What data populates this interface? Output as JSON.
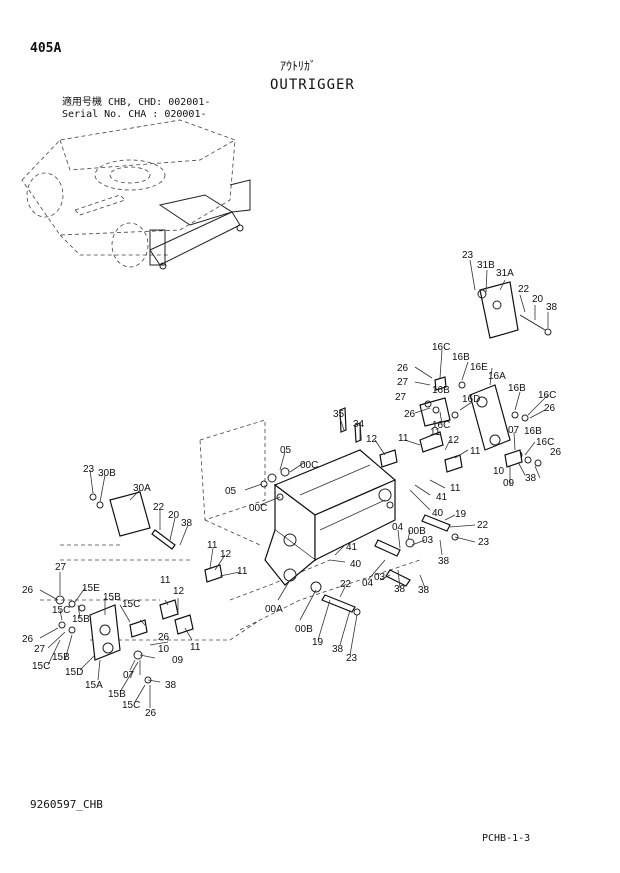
{
  "header": {
    "section_code": "405A",
    "title_jp": "ｱｳﾄﾘｶﾞ",
    "title_en": "OUTRIGGER",
    "applicability_line1": "適用号機 CHB, CHD: 002001-",
    "applicability_line2": "Serial No. CHA    : 020001-"
  },
  "footer": {
    "drawing_number": "9260597_CHB",
    "page_ref": "PCHB-1-3"
  },
  "callouts": {
    "c23a": "23",
    "c31b": "31B",
    "c31a": "31A",
    "c22a": "22",
    "c20a": "20",
    "c38a": "38",
    "c16c1": "16C",
    "c16b1": "16B",
    "c26a": "26",
    "c16e": "16E",
    "c27a": "27",
    "c16a": "16A",
    "c16d": "16D",
    "c16b2": "16B",
    "c16c2": "16C",
    "c26b": "26",
    "c27b": "27",
    "c16b3": "16B",
    "c26c": "26",
    "c16c3": "16C",
    "c35": "35",
    "c34": "34",
    "c12a": "12",
    "c11a": "11",
    "c11b": "11",
    "c12b": "12",
    "c11c": "11",
    "c07a": "07",
    "c16b4": "16B",
    "c16c4": "16C",
    "c26d": "26",
    "c10a": "10",
    "c09a": "09",
    "c38b": "38",
    "c05a": "05",
    "c00c1": "00C",
    "c05b": "05",
    "c00c2": "00C",
    "c41a": "41",
    "c11d": "11",
    "c40a": "40",
    "c19a": "19",
    "c22b": "22",
    "c04a": "04",
    "c00b1": "00B",
    "c03a": "03",
    "c23b": "23",
    "c38c": "38",
    "c23c": "23",
    "c30b": "30B",
    "c30a": "30A",
    "c22c": "22",
    "c20b": "20",
    "c38d": "38",
    "c11e": "11",
    "c12c": "12",
    "c11f": "11",
    "c41b": "41",
    "c40b": "40",
    "c03b": "03",
    "c04b": "04",
    "c38e": "38",
    "c38f": "38",
    "c27c": "27",
    "c26e": "26",
    "c15e": "15E",
    "c15c1": "15C",
    "c15b1": "15B",
    "c15b2": "15B",
    "c15c2": "15C",
    "c11g": "11",
    "c12d": "12",
    "c22d": "22",
    "c00a": "00A",
    "c00b2": "00B",
    "c19b": "19",
    "c38g": "38",
    "c23d": "23",
    "c26f": "26",
    "c27d": "27",
    "c15c3": "15C",
    "c15b3": "15B",
    "c15d": "15D",
    "c26g": "26",
    "c11h": "11",
    "c10b": "10",
    "c07b": "07",
    "c09b": "09",
    "c15a": "15A",
    "c38h": "38",
    "c15b4": "15B",
    "c15c4": "15C",
    "c26h": "26"
  }
}
